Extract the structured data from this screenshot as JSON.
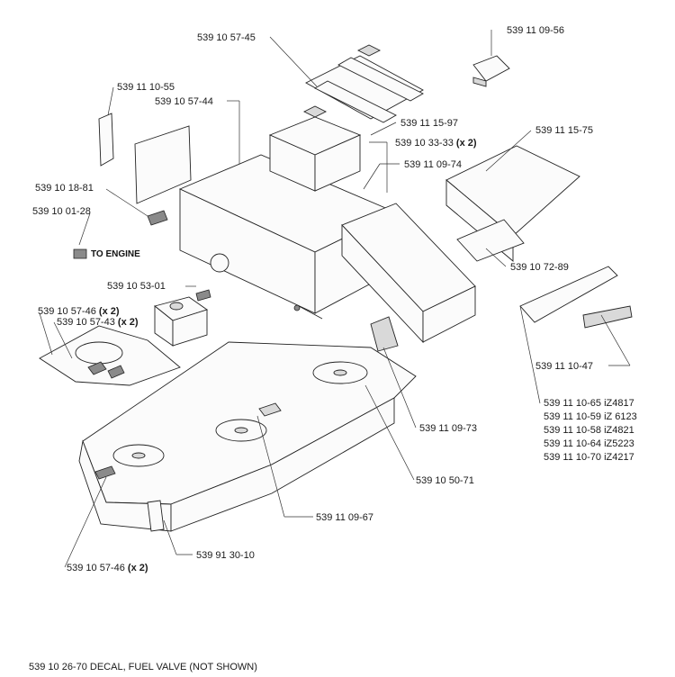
{
  "labels": {
    "p1": "539 10 57-45",
    "p2": "539 11 09-56",
    "p3": "539 11 10-55",
    "p4": "539 10 57-44",
    "p5": "539 11 15-97",
    "p6a": "539 10 33-33",
    "p6b": "(x 2)",
    "p7": "539 11 15-75",
    "p8": "539 11 09-74",
    "p9": "539 10 18-81",
    "p10": "539 10 01-28",
    "p11": "TO ENGINE",
    "p12": "539 10 72-89",
    "p13": "539 10 53-01",
    "p14a": "539 10 57-46",
    "p14b": "(x 2)",
    "p15a": "539 10 57-43",
    "p15b": "(x 2)",
    "p16": "539 11 10-47",
    "p17": "539 11 10-65 iZ4817",
    "p18": "539 11 10-59 iZ 6123",
    "p19": "539 11 10-58 iZ4821",
    "p20": "539 11 10-64 iZ5223",
    "p21": "539 11 10-70 iZ4217",
    "p22": "539 11 09-73",
    "p23": "539 10 50-71",
    "p24": "539 11 09-67",
    "p25": "539 91 30-10",
    "p26a": "539 10 57-46",
    "p26b": "(x 2)",
    "footnote": "539 10 26-70 DECAL, FUEL VALVE (NOT SHOWN)"
  }
}
